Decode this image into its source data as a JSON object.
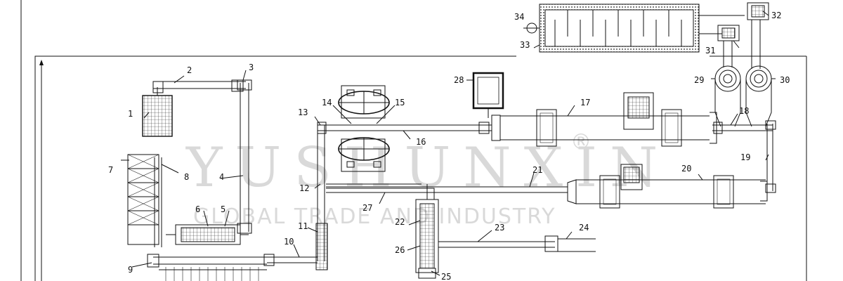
{
  "watermark": {
    "brand": "YUSHUNXIN",
    "registered": "®",
    "tagline": "GLOBAL TRADE AND INDUSTRY"
  },
  "callouts": [
    "1",
    "2",
    "3",
    "4",
    "5",
    "6",
    "7",
    "8",
    "9",
    "10",
    "11",
    "12",
    "13",
    "14",
    "15",
    "16",
    "17",
    "18",
    "19",
    "20",
    "21",
    "22",
    "23",
    "24",
    "25",
    "26",
    "27",
    "28",
    "29",
    "30",
    "31",
    "32",
    "33",
    "34"
  ]
}
